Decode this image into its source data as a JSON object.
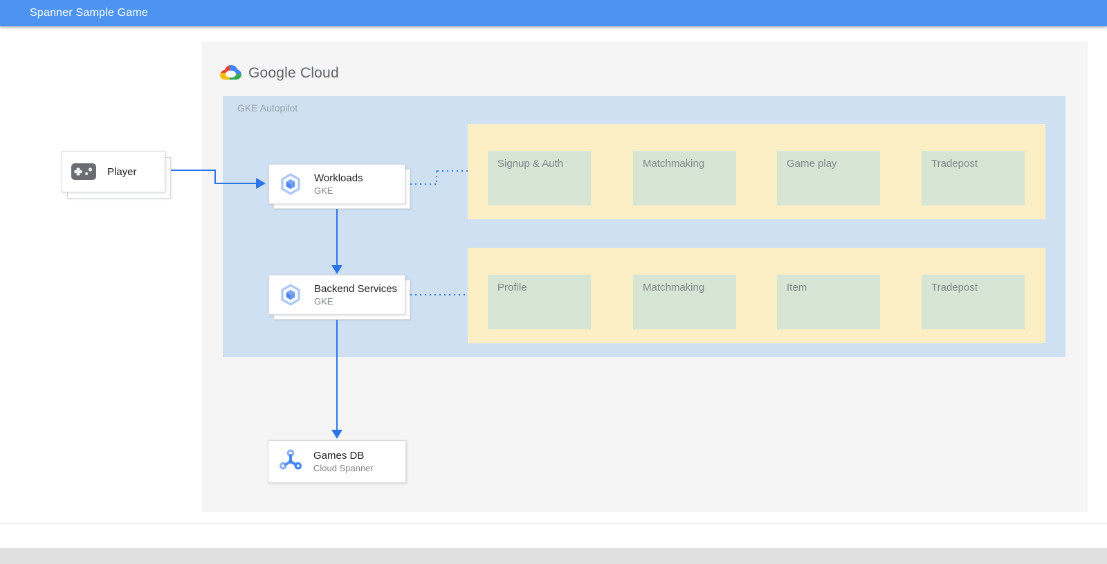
{
  "header": {
    "title": "Spanner Sample Game"
  },
  "logo": {
    "label": "Google Cloud"
  },
  "diagram": {
    "container_label": "GKE Autopilot",
    "player": {
      "label": "Player"
    },
    "nodes": {
      "workloads": {
        "title": "Workloads",
        "subtitle": "GKE"
      },
      "backend_services": {
        "title": "Backend Services",
        "subtitle": "GKE"
      },
      "games_db": {
        "title": "Games DB",
        "subtitle": "Cloud Spanner"
      }
    },
    "service_groups": [
      {
        "services": [
          "Signup & Auth",
          "Matchmaking",
          "Game play",
          "Tradepost"
        ]
      },
      {
        "services": [
          "Profile",
          "Matchmaking",
          "Item",
          "Tradepost"
        ]
      }
    ]
  },
  "icons": {
    "google_cloud_logo": "multicolor-cloud",
    "gamepad_icon": "game-controller",
    "gke_icon": "hexagon-with-cube",
    "cloud_spanner_icon": "three-arm-wrench"
  },
  "colors": {
    "header_blue": "#4d93f0",
    "canvas_gray": "#f5f5f5",
    "gke_container_blue": "#cfe0f2",
    "services_yellow": "#fcefc5",
    "service_green": "#d7e6d4",
    "arrow_blue": "#2a76e8",
    "muted_label_gray": "#7f868c",
    "footer_gray": "#e0e0e1"
  }
}
